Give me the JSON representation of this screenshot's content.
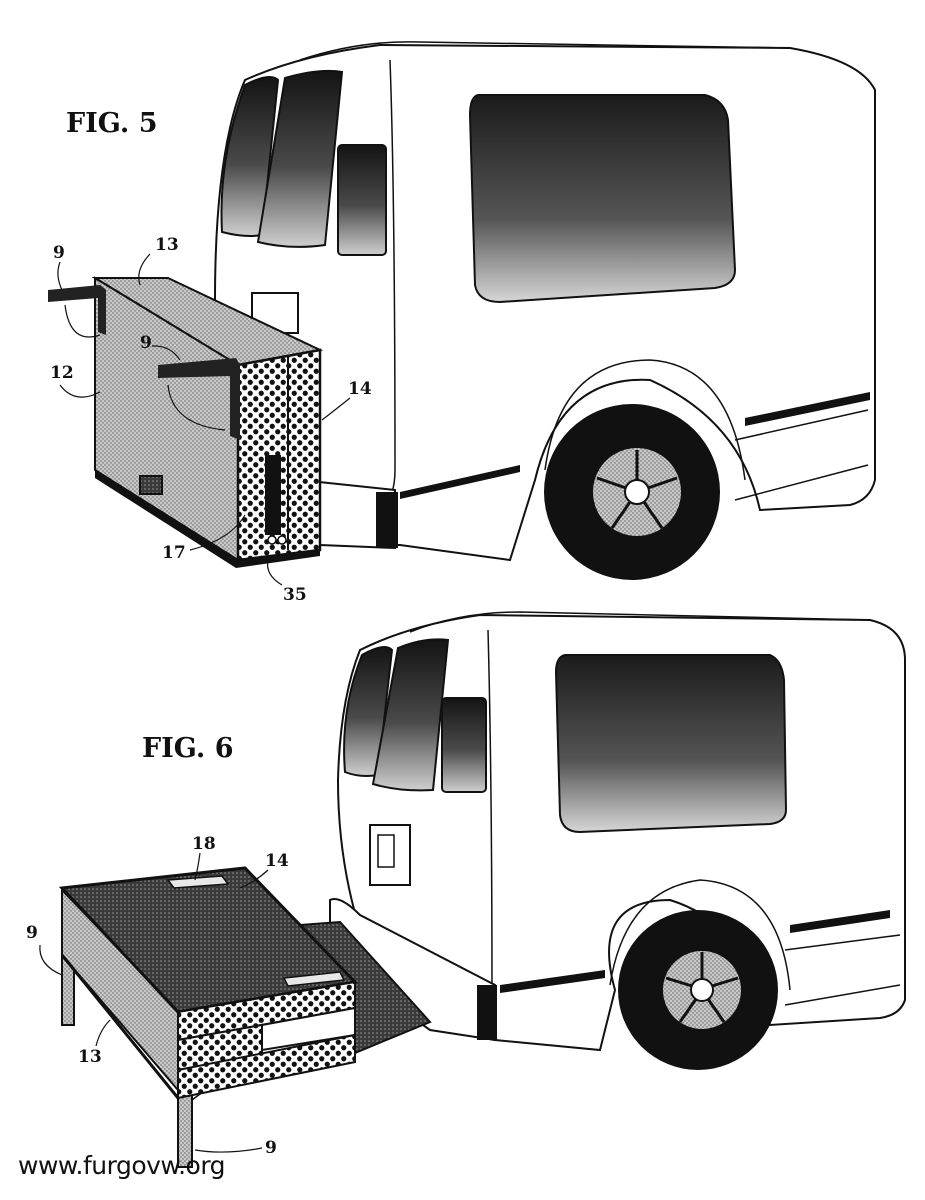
{
  "figures": [
    {
      "title": "FIG. 5",
      "refs": {
        "r9a": "9",
        "r13": "13",
        "r9b": "9",
        "r12": "12",
        "r14": "14",
        "r17": "17",
        "r35": "35"
      }
    },
    {
      "title": "FIG. 6",
      "refs": {
        "r18": "18",
        "r14": "14",
        "r9a": "9",
        "r13": "13",
        "r9b": "9"
      }
    }
  ],
  "watermark": "www.furgovw.org"
}
